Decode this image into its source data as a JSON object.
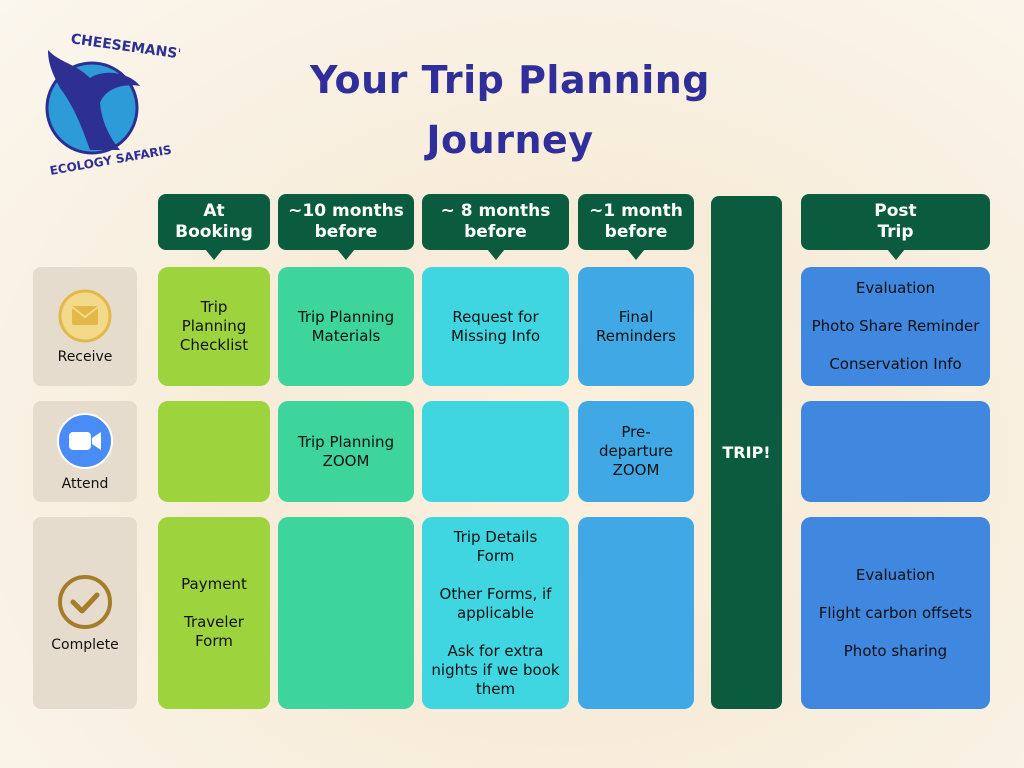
{
  "logo": {
    "text_top": "CHEESEMANS'",
    "text_bottom": "ECOLOGY SAFARIS"
  },
  "title": "Your Trip Planning Journey",
  "headers": [
    "At\nBooking",
    "~10 months\nbefore",
    "~ 8 months\nbefore",
    "~1 month\nbefore",
    "Post\nTrip"
  ],
  "trip_label": "TRIP!",
  "rows": [
    {
      "label": "Receive",
      "icon": "envelope-icon",
      "cells": [
        "Trip\nPlanning\nChecklist",
        "Trip Planning\nMaterials",
        "Request for\nMissing Info",
        "Final\nReminders",
        "Evaluation\n\nPhoto Share Reminder\n\nConservation Info"
      ]
    },
    {
      "label": "Attend",
      "icon": "video-camera-icon",
      "cells": [
        "",
        "Trip Planning\nZOOM",
        "",
        "Pre-\ndeparture\nZOOM",
        ""
      ]
    },
    {
      "label": "Complete",
      "icon": "checkmark-circle-icon",
      "cells": [
        "Payment\n\nTraveler\nForm",
        "",
        "Trip Details\nForm\n\nOther Forms, if\napplicable\n\nAsk for extra\nnights if we book\nthem",
        "",
        "Evaluation\n\nFlight carbon offsets\n\nPhoto sharing"
      ]
    }
  ]
}
